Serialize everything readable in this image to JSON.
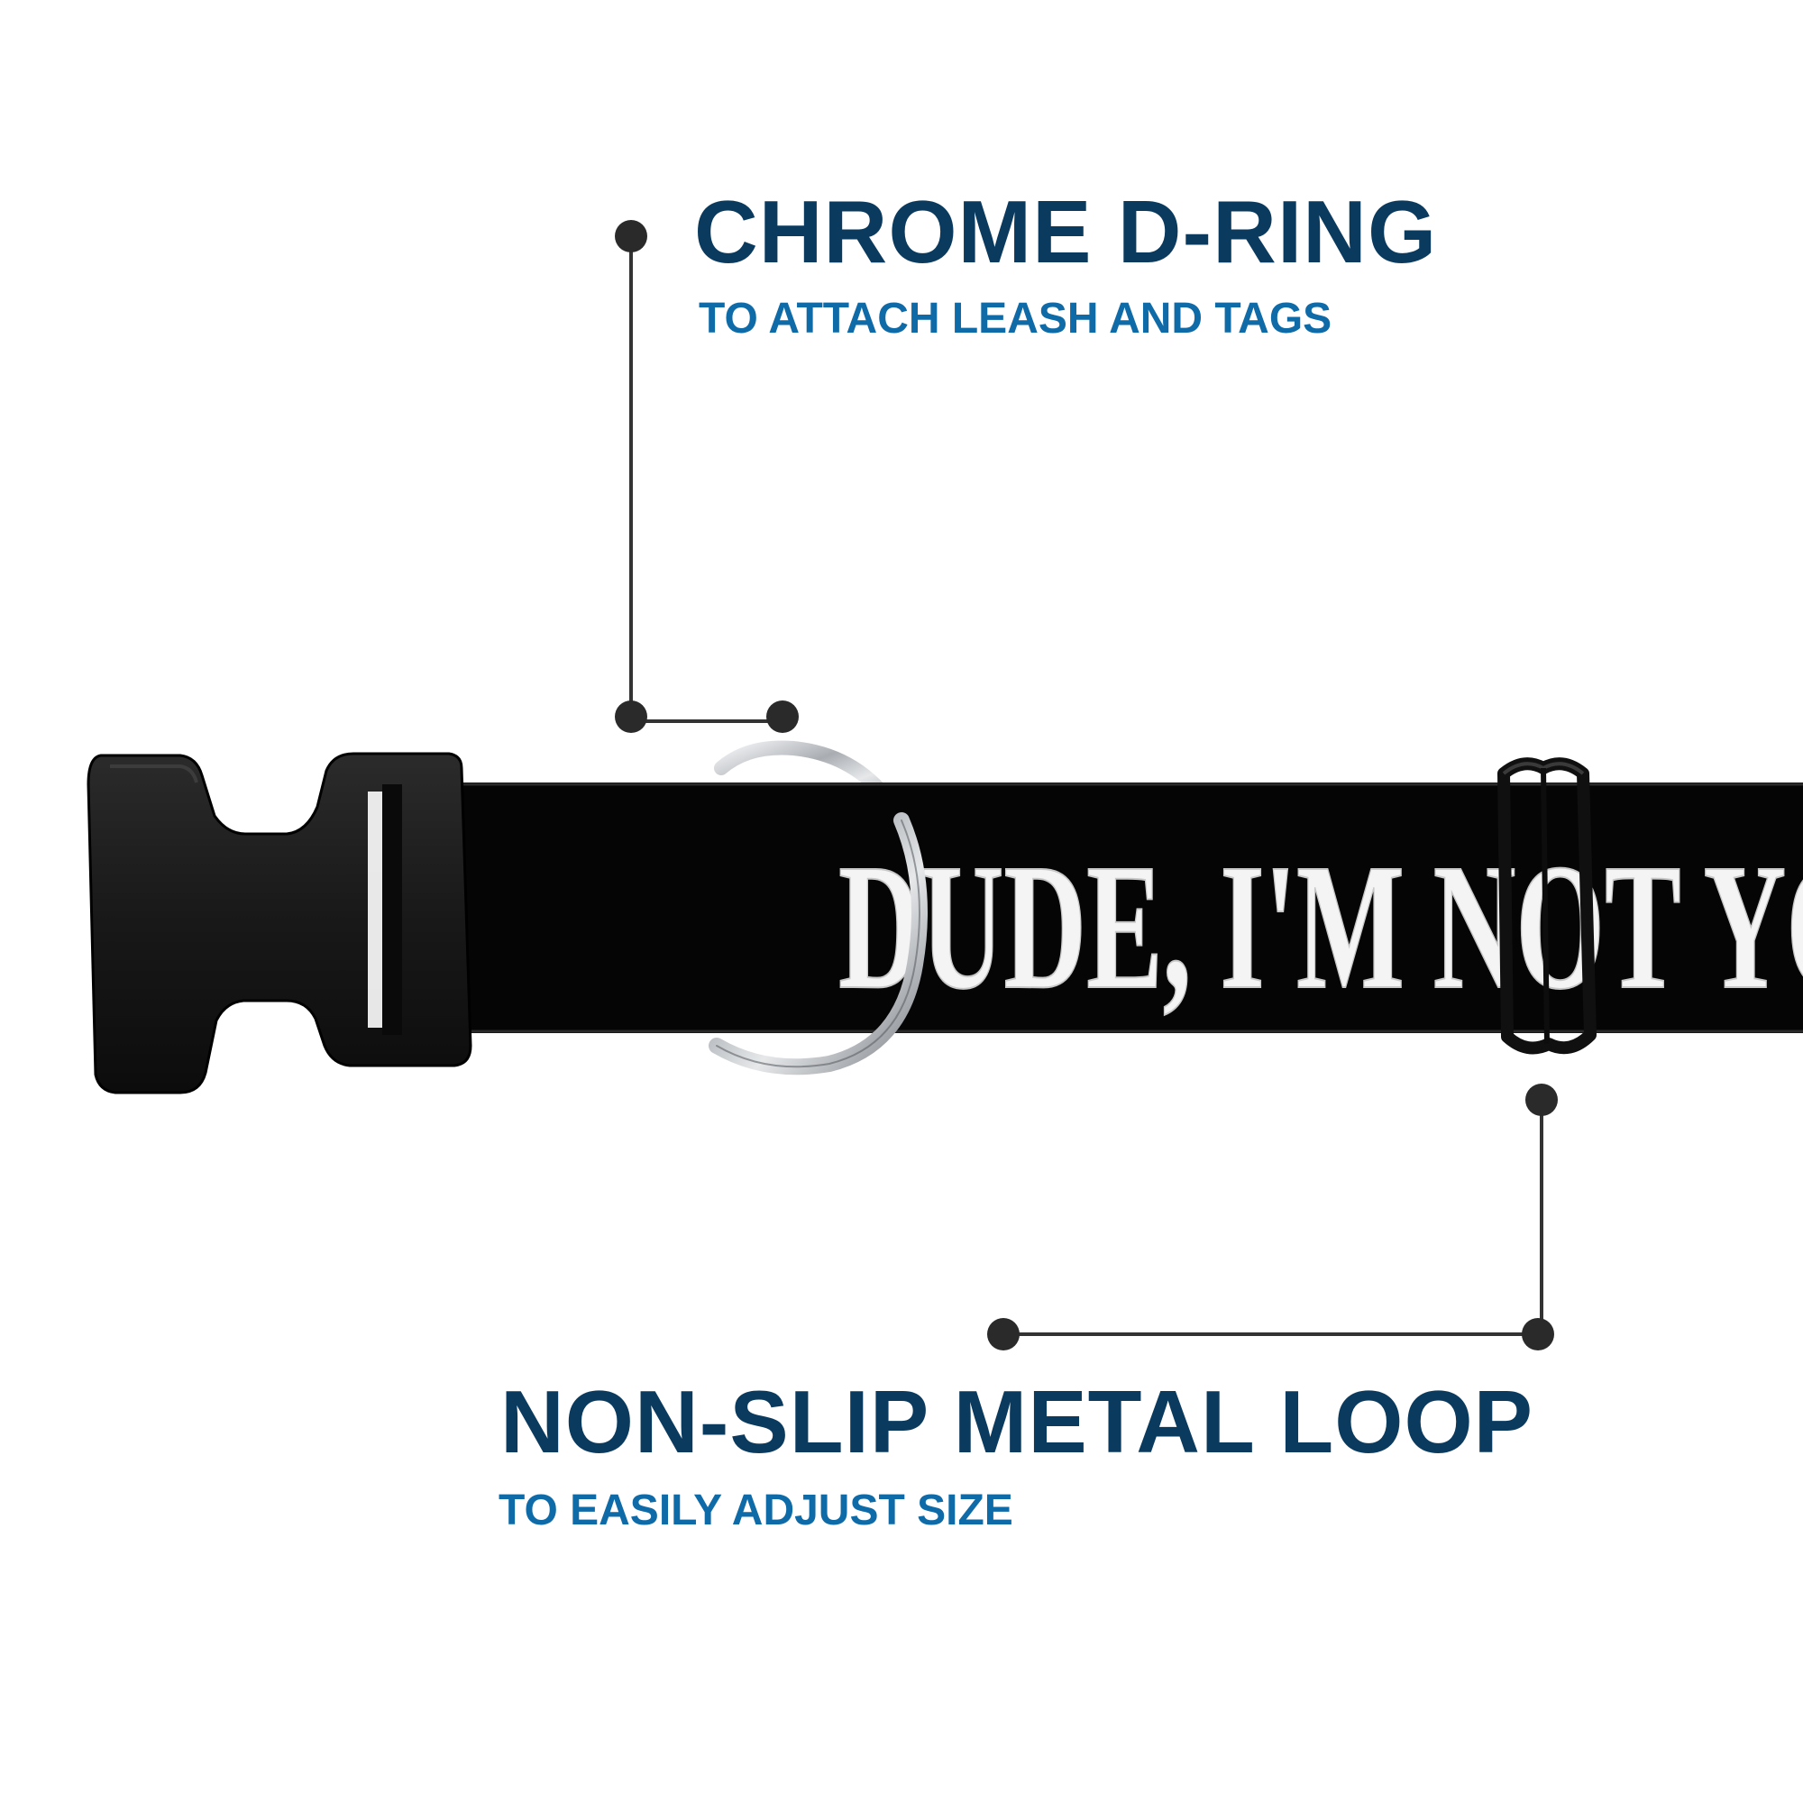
{
  "callouts": {
    "d_ring": {
      "title": "CHROME D-RING",
      "subtitle": "TO ATTACH LEASH AND TAGS"
    },
    "loop": {
      "title": "NON-SLIP METAL LOOP",
      "subtitle": "TO EASILY ADJUST SIZE"
    }
  },
  "collar": {
    "printed_text": "DUDE, I'M NOT YO",
    "strap_color": "#050505",
    "text_color": "#f4f4f4"
  },
  "colors": {
    "title": "#0a3a5e",
    "subtitle": "#0f6aa8",
    "leader_line": "#333333",
    "chrome": "#c9ccd0"
  }
}
